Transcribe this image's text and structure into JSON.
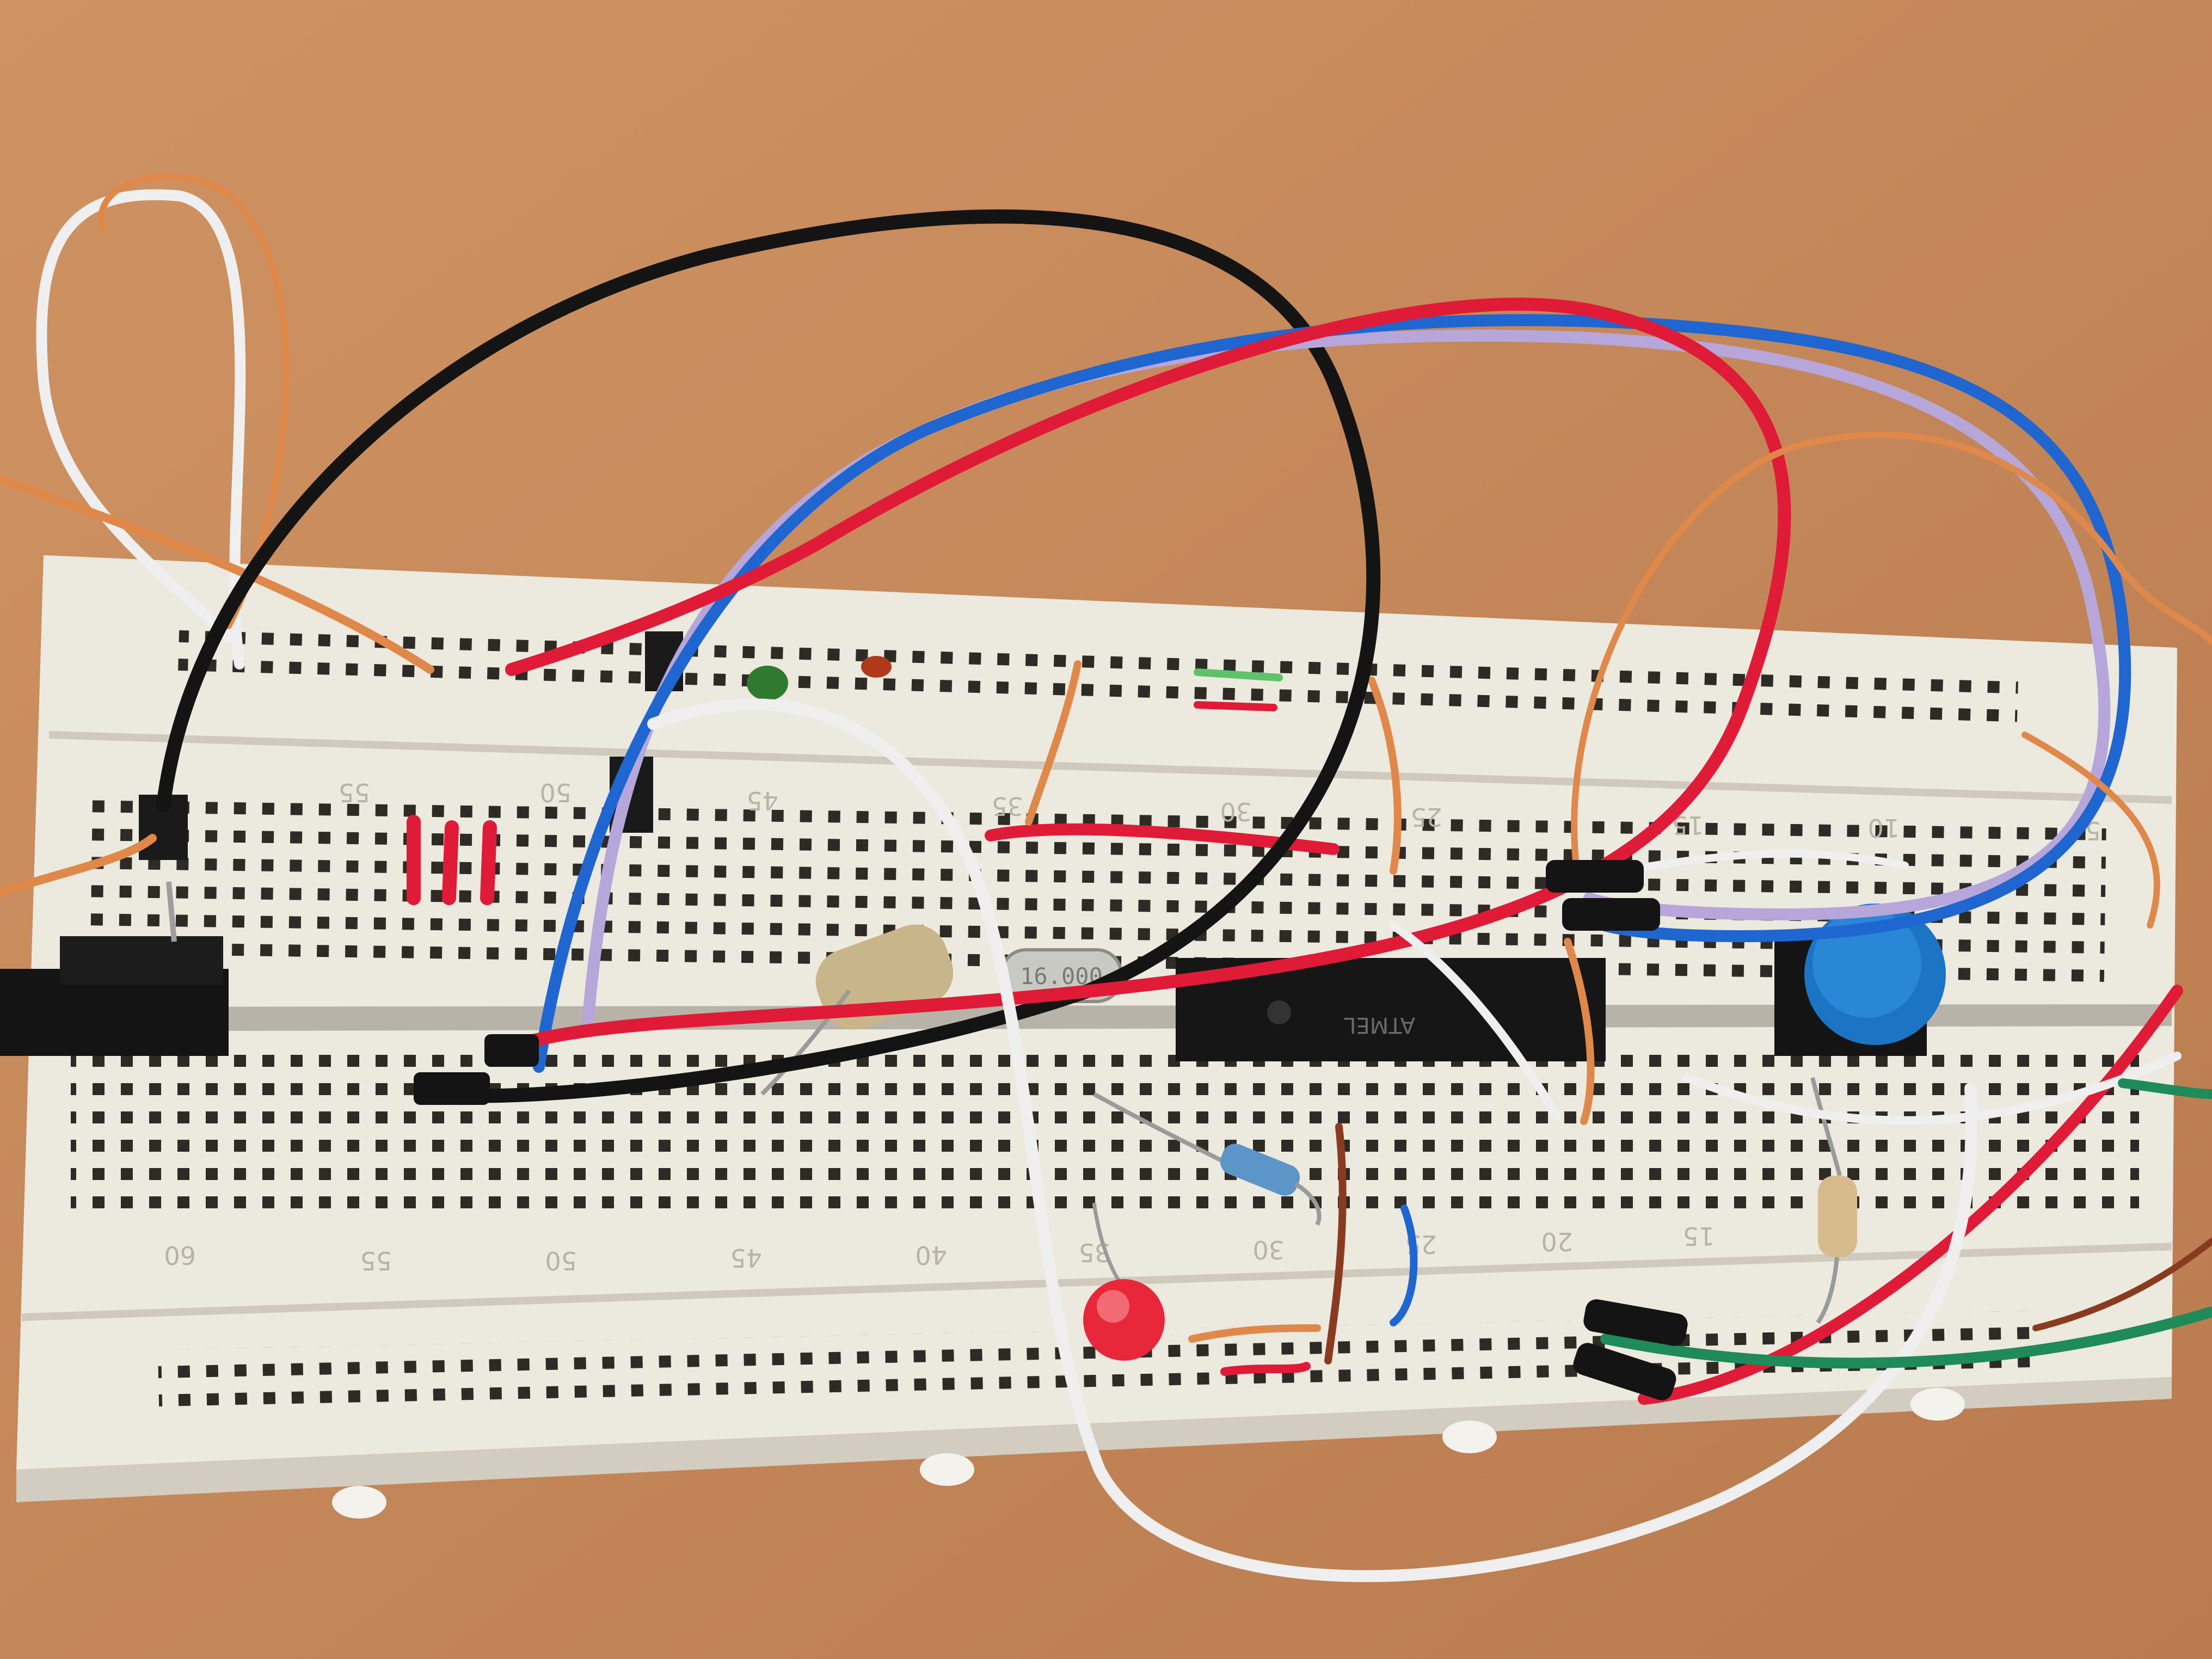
{
  "scene": {
    "colors": {
      "table": "#c9895a",
      "board": "#ece9df",
      "board_shadow": "#d2cdc0",
      "channel": "#b7b3a8",
      "hole": "#2e2a25",
      "wire_black": "#141414",
      "wire_red": "#e01b37",
      "wire_blue": "#1f66d1",
      "wire_purple": "#b6a6d9",
      "wire_white": "#efefef",
      "wire_orange": "#e0884a",
      "wire_green": "#1f8a5a",
      "wire_brown": "#8a3b1f",
      "button_cap": "#1c74c4",
      "led": "#e8283a",
      "ic": "#161616"
    },
    "components": [
      {
        "name": "microcontroller-ic",
        "label": "ATMEL"
      },
      {
        "name": "crystal-oscillator",
        "label": "16.000"
      },
      {
        "name": "push-button"
      },
      {
        "name": "red-led"
      },
      {
        "name": "resistor-1"
      },
      {
        "name": "resistor-2"
      },
      {
        "name": "capacitor-tan"
      },
      {
        "name": "capacitor-green"
      },
      {
        "name": "voltage-regulator"
      }
    ],
    "row_numbers_top": [
      "55",
      "50",
      "45",
      "35",
      "30",
      "25",
      "15",
      "10",
      "5"
    ],
    "row_numbers_bottom": [
      "60",
      "55",
      "50",
      "45",
      "40",
      "35",
      "30",
      "25",
      "20",
      "15"
    ]
  }
}
